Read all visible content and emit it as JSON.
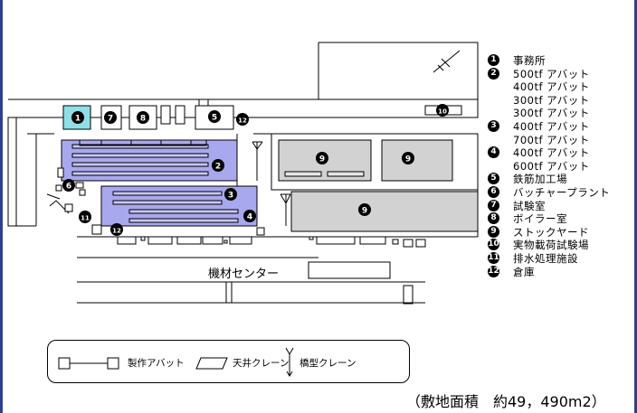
{
  "plan": {
    "center_label": "機材センター",
    "markers": [
      "❶",
      "❷",
      "❸",
      "❹",
      "❺",
      "❻",
      "❼",
      "❽",
      "❾",
      "❿",
      "⓫",
      "⓬"
    ]
  },
  "legend": [
    {
      "num": "❶",
      "label": "事務所"
    },
    {
      "num": "❷",
      "label": "500tf アバット"
    },
    {
      "num": "",
      "label": "400tf アバット"
    },
    {
      "num": "",
      "label": "300tf アバット"
    },
    {
      "num": "",
      "label": "300tf アバット"
    },
    {
      "num": "❸",
      "label": "400tf アバット"
    },
    {
      "num": "",
      "label": "700tf アバット"
    },
    {
      "num": "❹",
      "label": "400tf アバット"
    },
    {
      "num": "",
      "label": "600tf アバット"
    },
    {
      "num": "❺",
      "label": "鉄筋加工場"
    },
    {
      "num": "❻",
      "label": "バッチャープラント"
    },
    {
      "num": "❼",
      "label": "試験室"
    },
    {
      "num": "❽",
      "label": "ボイラー室"
    },
    {
      "num": "❾",
      "label": "ストックヤード"
    },
    {
      "num": "❿",
      "label": "実物載荷試験場"
    },
    {
      "num": "⓫",
      "label": "排水処理施設"
    },
    {
      "num": "⓬",
      "label": "倉庫"
    }
  ],
  "key": {
    "abut_label": "製作アバット",
    "overhead_crane_label": "天井クレーン",
    "gantry_crane_label": "橋型クレーン"
  },
  "site_area": "（敷地面積　約49，490m2）",
  "colors": {
    "office": "#8ee0e6",
    "abut_area": "#a8a8ee",
    "stockyard": "#d2d2d2",
    "frame": "#2f3f8f"
  }
}
